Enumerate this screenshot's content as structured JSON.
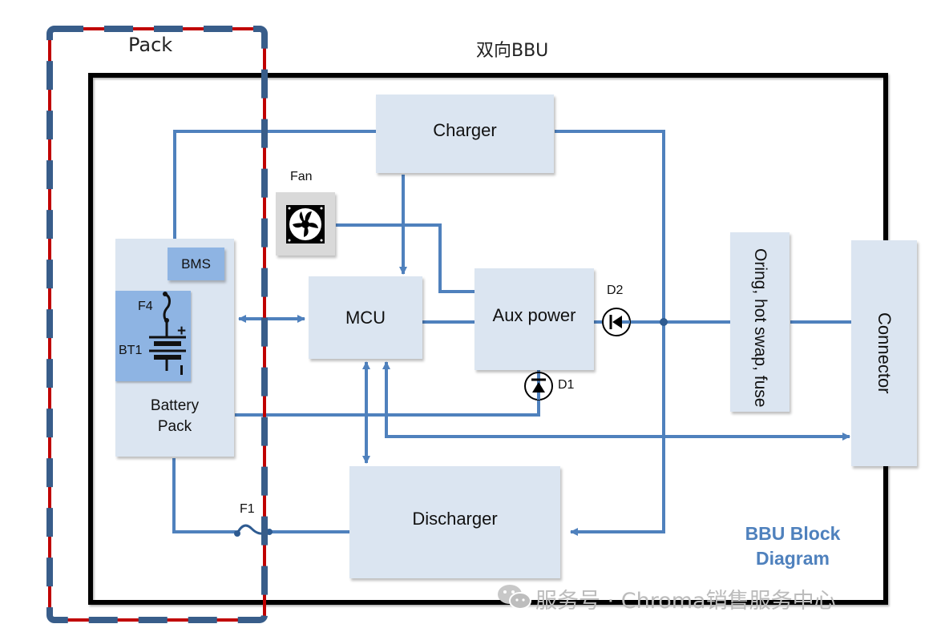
{
  "diagram": {
    "title": "双向BBU",
    "pack_label": "Pack",
    "caption_line1": "BBU Block",
    "caption_line2": "Diagram",
    "colors": {
      "wire": "#4f81bd",
      "block_fill": "#dbe5f1",
      "inner_block_fill": "#8eb4e3",
      "pack_dash_blue": "#385d8a",
      "pack_dash_red": "#c00000",
      "frame": "#000000",
      "caption": "#4f81bd"
    },
    "blocks": {
      "charger": "Charger",
      "mcu": "MCU",
      "aux_power": "Aux power",
      "discharger": "Discharger",
      "oring": "Oring, hot swap, fuse",
      "connector": "Connector",
      "battery_pack_line1": "Battery",
      "battery_pack_line2": "Pack",
      "bms": "BMS"
    },
    "components": {
      "fan": "Fan",
      "d1": "D1",
      "d2": "D2",
      "f1": "F1",
      "f4": "F4",
      "bt1": "BT1",
      "plus": "+",
      "minus": "-"
    },
    "icons": {
      "fan": "fan-icon",
      "diode": "diode-icon",
      "fuse": "fuse-icon",
      "battery": "battery-icon",
      "wechat": "wechat-icon"
    }
  },
  "watermark": {
    "text": "服务号 · Chroma销售服务中心"
  }
}
